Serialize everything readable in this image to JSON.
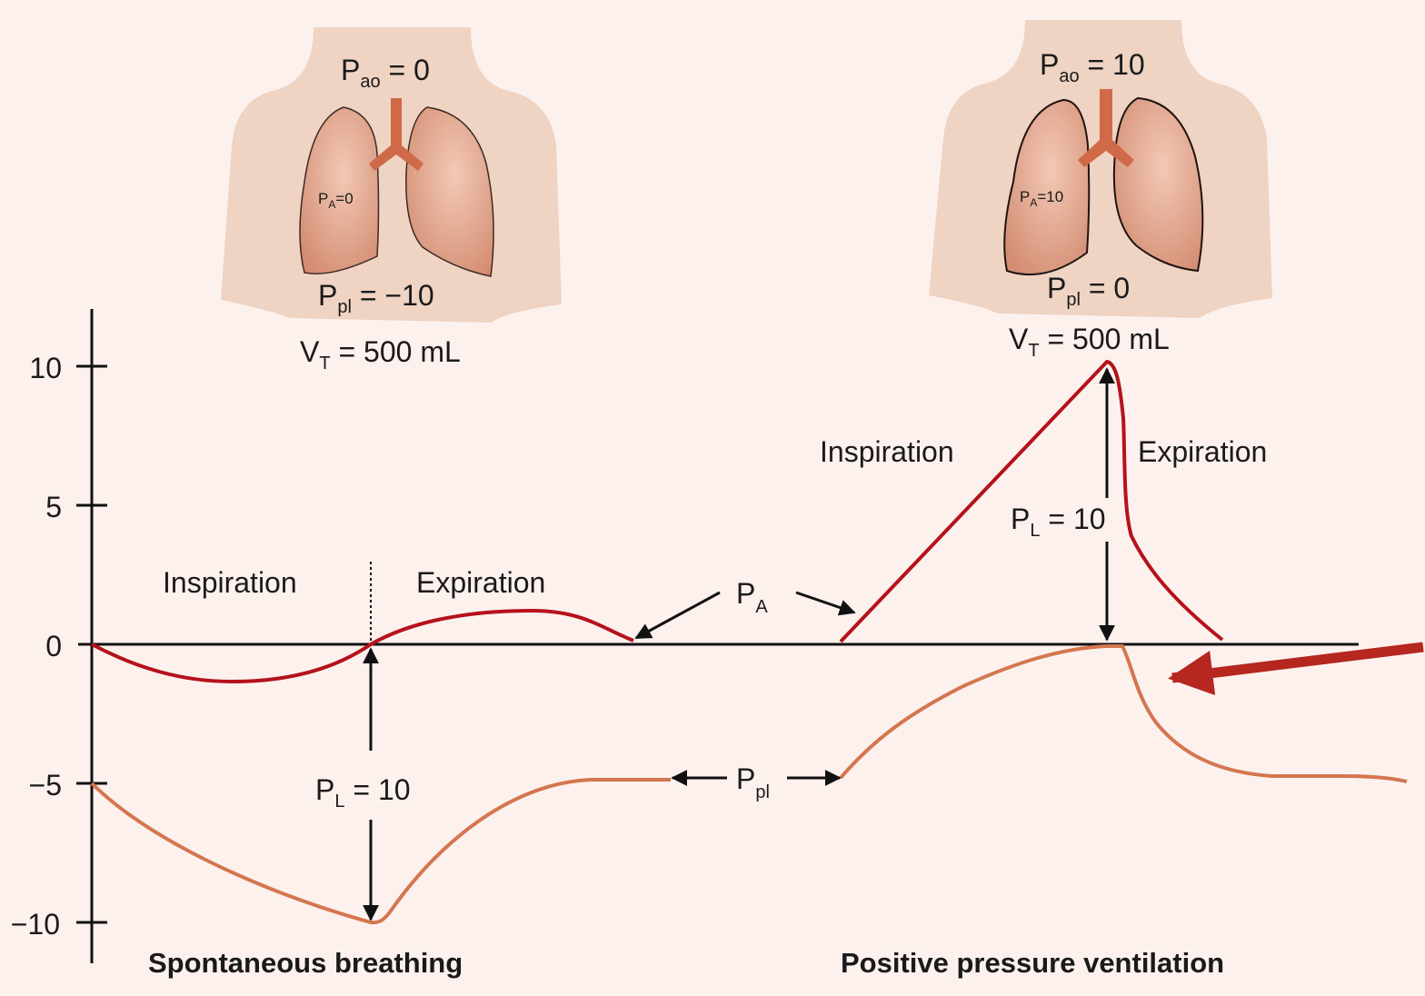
{
  "colors": {
    "background": "#fdf1ee",
    "alveolar_curve": "#b5121b",
    "pleural_curve": "#d4764f",
    "axis": "#111111",
    "torso": "#efd3c3",
    "lung": "#dc9c84",
    "airway": "#cf6a48",
    "pointer_arrow": "#b5271f"
  },
  "y_axis": {
    "ticks": [
      "10",
      "5",
      "0",
      "−10",
      "−5"
    ]
  },
  "spontaneous": {
    "pao_main": "P",
    "pao_sub": "ao",
    "pao_val": " = 0",
    "pa_main": "P",
    "pa_sub": "A",
    "pa_val": "=0",
    "ppl_main": "P",
    "ppl_sub": "pl",
    "ppl_val": " = −10",
    "vt_main": "V",
    "vt_sub": "T",
    "vt_val": " = 500 mL",
    "inspiration": "Inspiration",
    "expiration": "Expiration",
    "pl_main": "P",
    "pl_sub": "L",
    "pl_val": " = 10",
    "caption": "Spontaneous breathing"
  },
  "ppv": {
    "pao_main": "P",
    "pao_sub": "ao",
    "pao_val": " = 10",
    "pa_main": "P",
    "pa_sub": "A",
    "pa_val": "=10",
    "ppl_main": "P",
    "ppl_sub": "pl",
    "ppl_val": " = 0",
    "vt_main": "V",
    "vt_sub": "T",
    "vt_val": " = 500 mL",
    "inspiration": "Inspiration",
    "expiration": "Expiration",
    "pl_main": "P",
    "pl_sub": "L",
    "pl_val": " = 10",
    "caption": "Positive pressure ventilation"
  },
  "middle_labels": {
    "pa_main": "P",
    "pa_sub": "A",
    "ppl_main": "P",
    "ppl_sub": "pl"
  }
}
